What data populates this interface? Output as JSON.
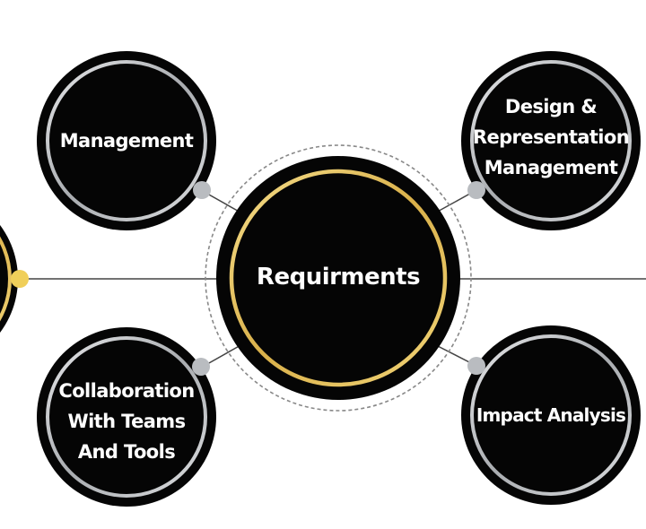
{
  "diagram": {
    "center": {
      "label": "Requirments"
    },
    "nodes": {
      "management": {
        "lines": [
          "Management"
        ]
      },
      "design": {
        "lines": [
          "Design &",
          "Representation",
          "Management"
        ]
      },
      "collaboration": {
        "lines": [
          "Collaboration",
          "With Teams",
          "And Tools"
        ]
      },
      "impact": {
        "lines": [
          "Impact Analysis"
        ]
      }
    },
    "colors": {
      "node_fill": "#050505",
      "ring_silver": "#c8cacd",
      "ring_gold": "#e8c767",
      "connector_dot_gray": "#b9bcc0",
      "connector_dot_gold": "#f0cf5a",
      "connector_line": "#444444",
      "dashed_ring": "#888888"
    }
  }
}
